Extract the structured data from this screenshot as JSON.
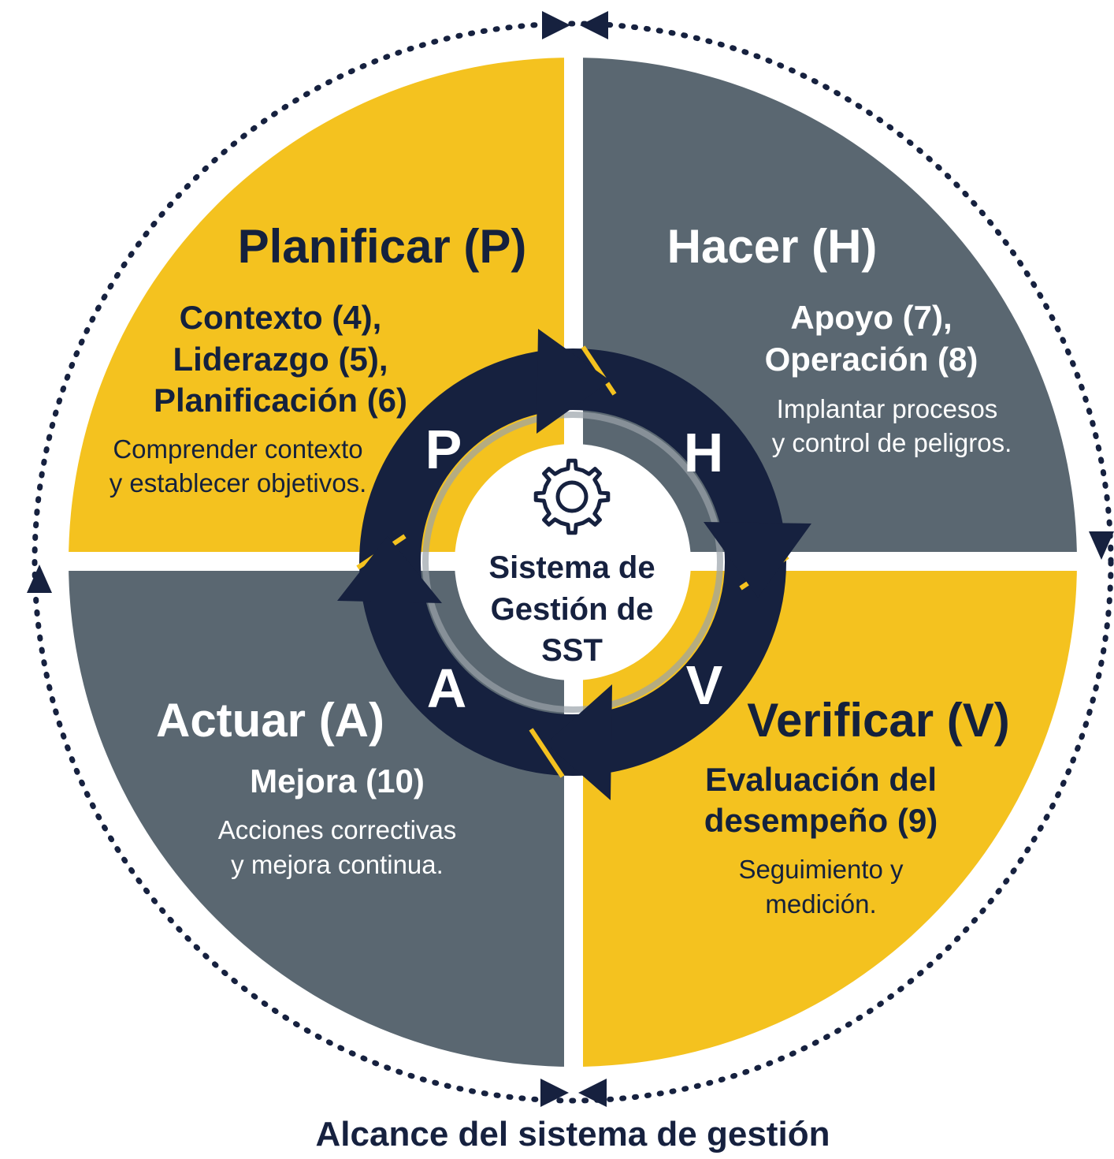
{
  "colors": {
    "yellow": "#f4c21f",
    "slate": "#5a6771",
    "navy": "#16213f",
    "white": "#ffffff",
    "dark_text": "#14213d"
  },
  "quadrants": {
    "plan": {
      "title": "Planificar (P)",
      "clauses": [
        "Contexto (4),",
        "Liderazgo (5),",
        "Planificación (6)"
      ],
      "description": [
        "Comprender contexto",
        "y establecer objetivos."
      ]
    },
    "do": {
      "title": "Hacer (H)",
      "clauses": [
        "Apoyo (7),",
        "Operación (8)"
      ],
      "description": [
        "Implantar procesos",
        "y control de peligros."
      ]
    },
    "check": {
      "title": "Verificar (V)",
      "clauses": [
        "Evaluación del",
        "desempeño (9)"
      ],
      "description": [
        "Seguimiento y",
        "medición."
      ]
    },
    "act": {
      "title": "Actuar (A)",
      "clauses": [
        "Mejora (10)"
      ],
      "description": [
        "Acciones correctivas",
        "y mejora continua."
      ]
    }
  },
  "cycle_letters": {
    "p": "P",
    "h": "H",
    "v": "V",
    "a": "A"
  },
  "center": {
    "icon": "gear-icon",
    "lines": [
      "Sistema de",
      "Gestión de",
      "SST"
    ]
  },
  "footer": "Alcance del sistema de gestión"
}
